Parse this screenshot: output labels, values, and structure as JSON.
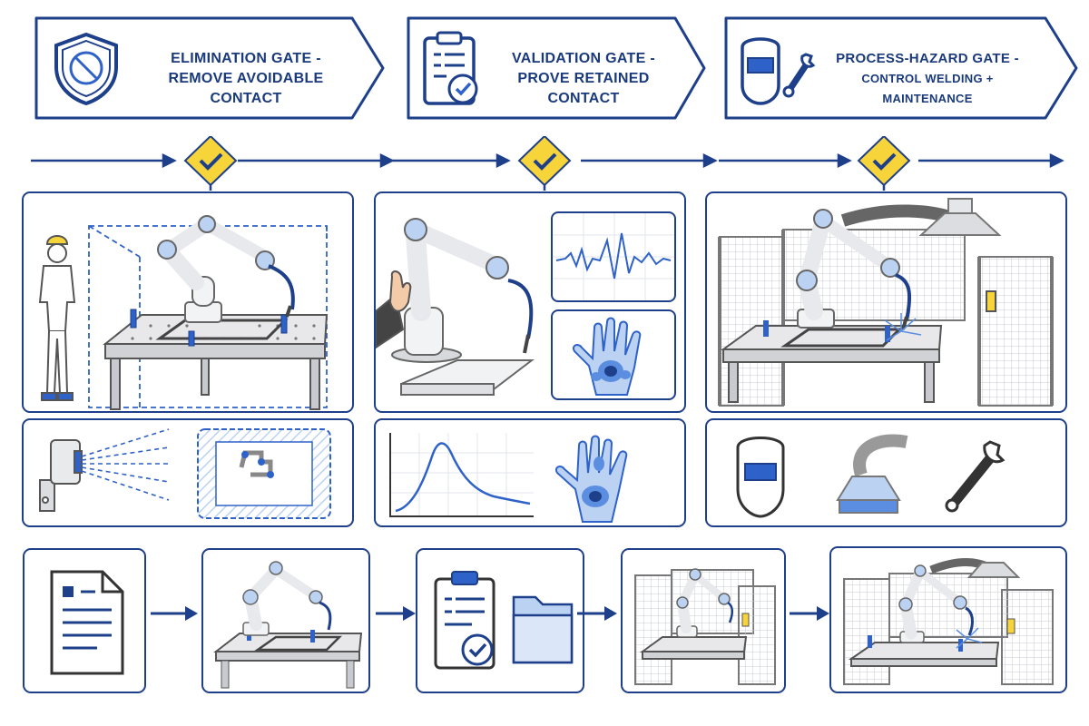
{
  "gates": [
    {
      "line1": "Elimination Gate -",
      "line2": "Remove Avoidable Contact",
      "icon": "shield-no-contact-icon"
    },
    {
      "line1": "Validation Gate -",
      "line2": "Prove Retained Contact",
      "icon": "clipboard-check-icon"
    },
    {
      "line1": "Process-Hazard Gate -",
      "line2": "Control Welding + Maintenance",
      "icon": "welding-helmet-wrench-icon"
    }
  ],
  "colors": {
    "navy": "#1e3f8a",
    "blue": "#2f62c8",
    "lightblue": "#bcd2f2",
    "yellow": "#f6d43a",
    "grey": "#7a7f88"
  },
  "process_steps": [
    {
      "icon": "document-icon"
    },
    {
      "icon": "robot-welding-table-icon"
    },
    {
      "icon": "validation-clipboard-folder-icon"
    },
    {
      "icon": "guarded-cell-icon"
    },
    {
      "icon": "guarded-welding-cell-icon"
    }
  ]
}
